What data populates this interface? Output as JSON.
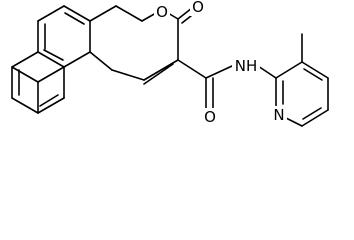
{
  "structure": {
    "atoms": {
      "ring_oxygen": "O",
      "carbonyl_oxygen_lactone": "O",
      "carbonyl_oxygen_amide": "O",
      "amide_nitrogen": "NH",
      "pyridine_nitrogen": "N"
    },
    "colors": {
      "bond": "#000000",
      "label": "#000000",
      "background": "#ffffff"
    }
  }
}
